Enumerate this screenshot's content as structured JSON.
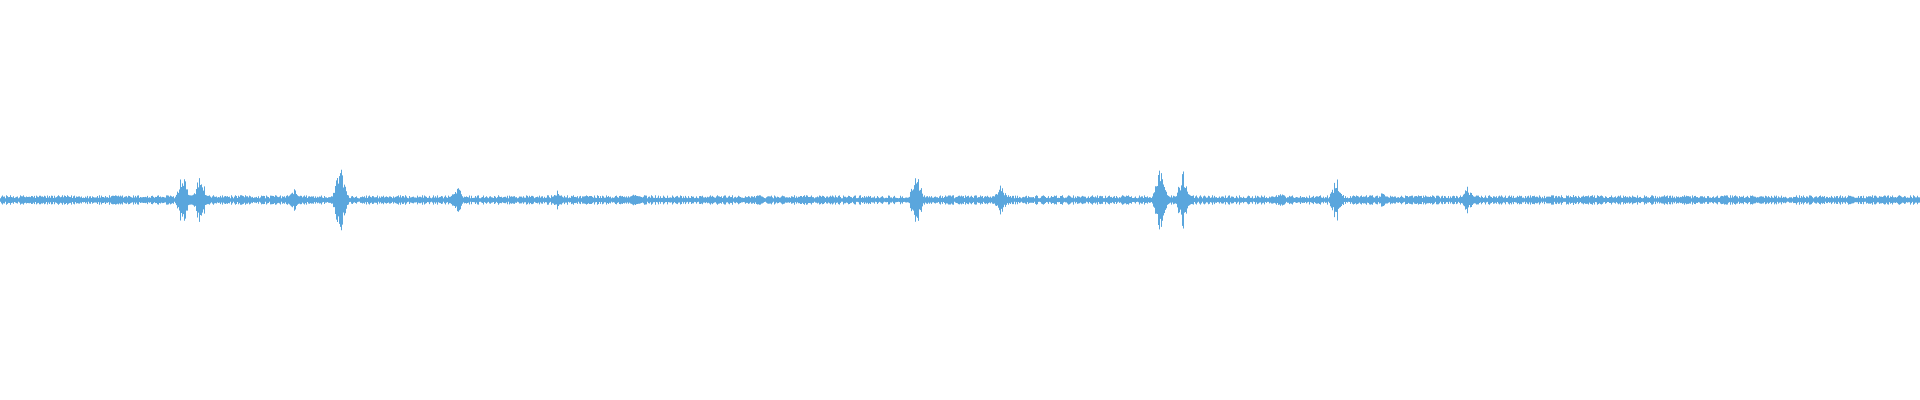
{
  "waveform": {
    "color": "#5aa6dd",
    "baseline_amplitude": 0.012,
    "bursts": [
      {
        "position": 0.095,
        "amplitude": 0.08
      },
      {
        "position": 0.104,
        "amplitude": 0.07
      },
      {
        "position": 0.153,
        "amplitude": 0.03
      },
      {
        "position": 0.177,
        "amplitude": 0.095
      },
      {
        "position": 0.238,
        "amplitude": 0.04
      },
      {
        "position": 0.29,
        "amplitude": 0.025
      },
      {
        "position": 0.33,
        "amplitude": 0.018
      },
      {
        "position": 0.477,
        "amplitude": 0.075
      },
      {
        "position": 0.521,
        "amplitude": 0.04
      },
      {
        "position": 0.604,
        "amplitude": 0.085
      },
      {
        "position": 0.616,
        "amplitude": 0.075
      },
      {
        "position": 0.667,
        "amplitude": 0.018
      },
      {
        "position": 0.696,
        "amplitude": 0.06
      },
      {
        "position": 0.72,
        "amplitude": 0.02
      },
      {
        "position": 0.764,
        "amplitude": 0.035
      },
      {
        "position": 0.82,
        "amplitude": 0.016
      }
    ]
  }
}
